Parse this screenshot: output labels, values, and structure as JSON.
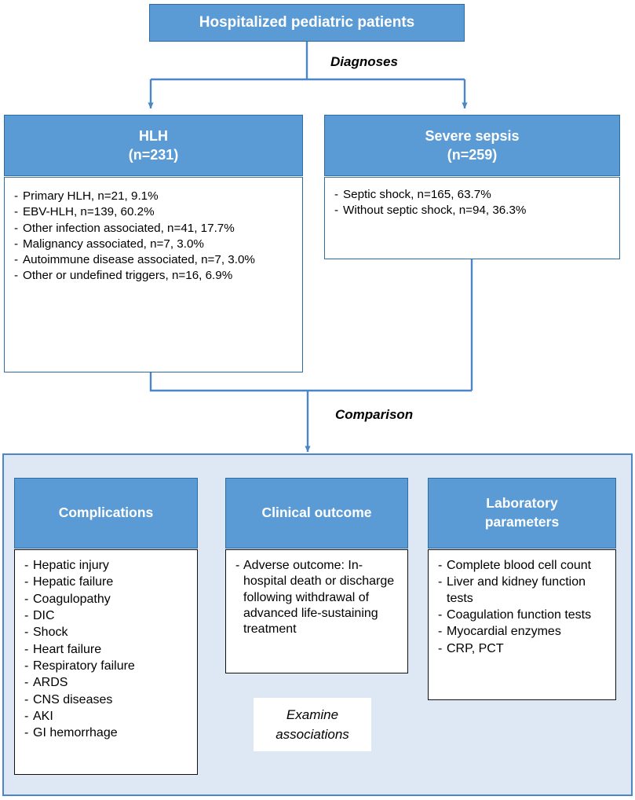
{
  "diagram": {
    "type": "flowchart",
    "title_box": {
      "text": "Hospitalized pediatric patients"
    },
    "edge_labels": {
      "diagnoses": "Diagnoses",
      "comparison": "Comparison"
    },
    "groups": [
      {
        "id": "hlh",
        "header_line1": "HLH",
        "header_line2": "(n=231)",
        "items": [
          "Primary HLH, n=21, 9.1%",
          "EBV-HLH, n=139, 60.2%",
          "Other infection associated, n=41, 17.7%",
          "Malignancy associated, n=7, 3.0%",
          "Autoimmune disease associated, n=7, 3.0%",
          "Other or undefined triggers, n=16, 6.9%"
        ]
      },
      {
        "id": "severe-sepsis",
        "header_line1": "Severe sepsis",
        "header_line2": "(n=259)",
        "items": [
          "Septic shock, n=165, 63.7%",
          "Without septic shock, n=94, 36.3%"
        ]
      }
    ],
    "comparison_panel": {
      "columns": [
        {
          "id": "complications",
          "header_line1": "Complications",
          "header_line2": "",
          "items": [
            "Hepatic injury",
            "Hepatic failure",
            "Coagulopathy",
            "DIC",
            "Shock",
            "Heart failure",
            "Respiratory failure",
            "ARDS",
            "CNS diseases",
            "AKI",
            "GI hemorrhage"
          ]
        },
        {
          "id": "clinical-outcome",
          "header_line1": "Clinical outcome",
          "header_line2": "",
          "items": [
            "Adverse outcome: In-hospital death or discharge following withdrawal of advanced life-sustaining treatment"
          ]
        },
        {
          "id": "laboratory-parameters",
          "header_line1": "Laboratory",
          "header_line2": "parameters",
          "items": [
            "Complete blood cell count",
            "Liver and kidney function tests",
            "Coagulation function tests",
            "Myocardial enzymes",
            "CRP, PCT"
          ]
        }
      ],
      "terminal_node": {
        "line1": "Examine",
        "line2": "associations"
      }
    },
    "colors": {
      "header_fill": "#5B9BD5",
      "header_text": "#FFFFFF",
      "panel_fill": "#DEE8F5",
      "connector": "#4A86C8",
      "body_border": "#2E6DA4",
      "dark_border": "#111111"
    },
    "bullet_marker": "-"
  }
}
